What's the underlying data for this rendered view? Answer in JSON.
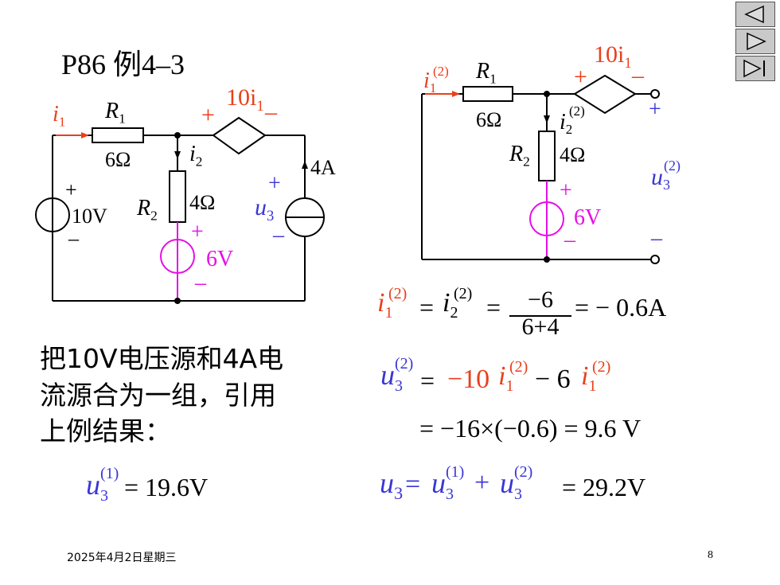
{
  "title": "P86  例4–3",
  "nav": {
    "prev_icon": "prev-slide-icon",
    "next_icon": "next-slide-icon",
    "end_icon": "last-slide-icon"
  },
  "circuit1": {
    "i1": "i",
    "i1_sub": "1",
    "R1": "R",
    "R1_sub": "1",
    "R1_val": "6Ω",
    "dep_src": "10i",
    "dep_src_sub": "1",
    "plus": "+",
    "minus": "–",
    "i2": "i",
    "i2_sub": "2",
    "R2": "R",
    "R2_sub": "2",
    "R2_val": "4Ω",
    "v10": "10V",
    "v6": "6V",
    "cur4": "4A",
    "u3": "u",
    "u3_sub": "3"
  },
  "circuit2": {
    "i1": "i",
    "i1_sup": "(2)",
    "i1_sub": "1",
    "R1": "R",
    "R1_sub": "1",
    "R1_val": "6Ω",
    "dep_src": "10i",
    "dep_src_sub": "1",
    "i2": "i",
    "i2_sup": "(2)",
    "i2_sub": "2",
    "R2": "R",
    "R2_sub": "2",
    "R2_val": "4Ω",
    "v6": "6V",
    "u3": "u",
    "u3_sup": "(2)",
    "u3_sub": "3"
  },
  "left_text": {
    "line1": "把10V电压源和4A电",
    "line2": "流源合为一组，引用",
    "line3": "上例结果：",
    "u31_value": "= 19.6V"
  },
  "equations": {
    "eq1_frac_num": "−6",
    "eq1_frac_den": "6+4",
    "eq1_result": "= − 0.6A",
    "eq2_mid": "−10",
    "eq2_minus6": "− 6",
    "eq3": "= −16×(−0.6) = 9.6 V",
    "eq4_result": "= 29.2V"
  },
  "footer": {
    "date": "2025年4月2日星期三",
    "page": "8"
  }
}
